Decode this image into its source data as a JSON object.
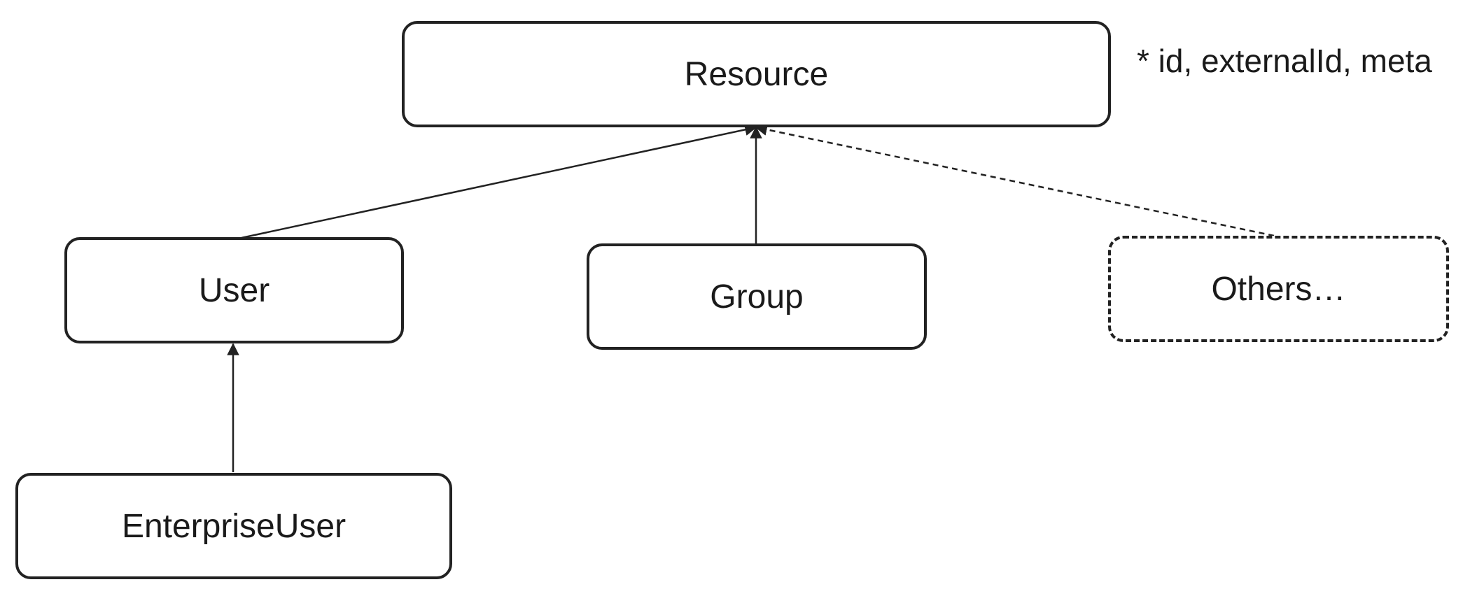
{
  "diagram": {
    "nodes": {
      "resource": "Resource",
      "user": "User",
      "group": "Group",
      "others": "Others…",
      "enterprise_user": "EnterpriseUser"
    },
    "note": "* id, externalId, meta",
    "edges": [
      {
        "from": "User",
        "to": "Resource",
        "style": "solid"
      },
      {
        "from": "Group",
        "to": "Resource",
        "style": "solid"
      },
      {
        "from": "Others…",
        "to": "Resource",
        "style": "dashed"
      },
      {
        "from": "EnterpriseUser",
        "to": "User",
        "style": "solid"
      }
    ]
  }
}
